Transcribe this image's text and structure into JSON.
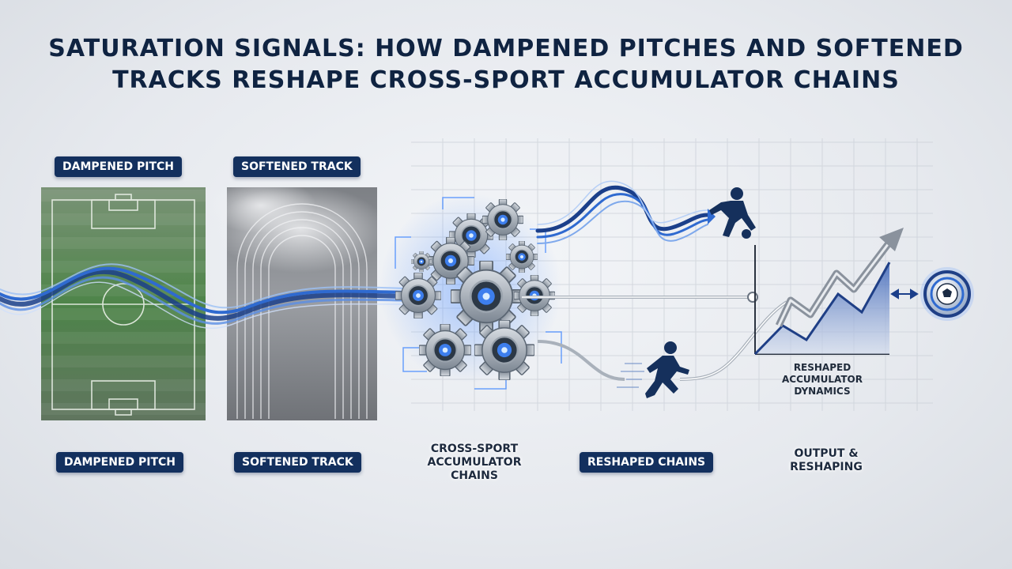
{
  "title": {
    "line1": "SATURATION SIGNALS: HOW DAMPENED PITCHES AND SOFTENED",
    "line2": "TRACKS RESHAPE CROSS-SPORT ACCUMULATOR CHAINS"
  },
  "top_labels": {
    "pitch": "DAMPENED PITCH",
    "track": "SOFTENED TRACK"
  },
  "bottom_labels": {
    "pitch": "DAMPENED PITCH",
    "track": "SOFTENED TRACK",
    "chains_line1": "CROSS-SPORT",
    "chains_line2": "ACCUMULATOR",
    "chains_line3": "CHAINS",
    "reshaped": "RESHAPED CHAINS",
    "output_line1": "OUTPUT &",
    "output_line2": "RESHAPING"
  },
  "chart_caption": {
    "line1": "RESHAPED",
    "line2": "ACCUMULATOR",
    "line3": "DYNAMICS"
  },
  "colors": {
    "navy": "#13305e",
    "wave_blue": "#2f6ad0",
    "pitch_green": "#3f7a3a",
    "track_gray": "#8a8d92",
    "gear_steel": "#9aa3ad"
  },
  "icons": [
    "gears-cluster-icon",
    "footballer-icon",
    "runner-icon",
    "trend-arrow-icon",
    "soccer-ball-badge-icon"
  ]
}
